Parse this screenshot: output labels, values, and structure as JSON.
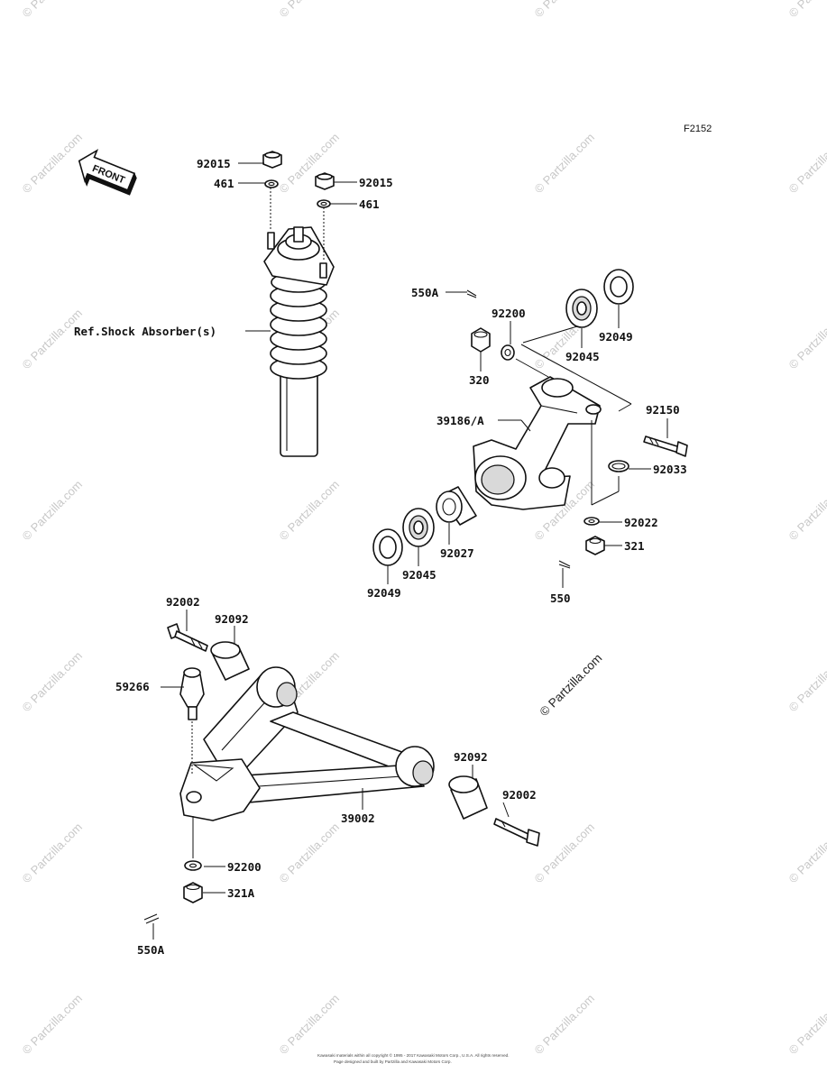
{
  "figure_id": "F2152",
  "front_label": "FRONT",
  "watermark": "© Partzilla.com",
  "copyright_lines": [
    "Kawasaki materials within all copyright © 1995 - 2017 Kawasaki Motors Corp., U.S.A. All rights reserved.",
    "Page designed and built by Partzilla and Kawasaki Motors Corp."
  ],
  "parts": {
    "p92015_a": "92015",
    "p461_a": "461",
    "p92015_b": "92015",
    "p461_b": "461",
    "ref_shock": "Ref.Shock Absorber(s)",
    "p550A_top": "550A",
    "p92200_top": "92200",
    "p320": "320",
    "p92045_top": "92045",
    "p92049_top": "92049",
    "p39186A": "39186/A",
    "p92150": "92150",
    "p92033": "92033",
    "p92022": "92022",
    "p321": "321",
    "p550": "550",
    "p92027": "92027",
    "p92045_bot": "92045",
    "p92049_bot": "92049",
    "p92002_top": "92002",
    "p92092_top": "92092",
    "p59266": "59266",
    "p39002": "39002",
    "p92092_bot": "92092",
    "p92002_bot": "92002",
    "p92200_bot": "92200",
    "p321A": "321A",
    "p550A_bot": "550A"
  }
}
